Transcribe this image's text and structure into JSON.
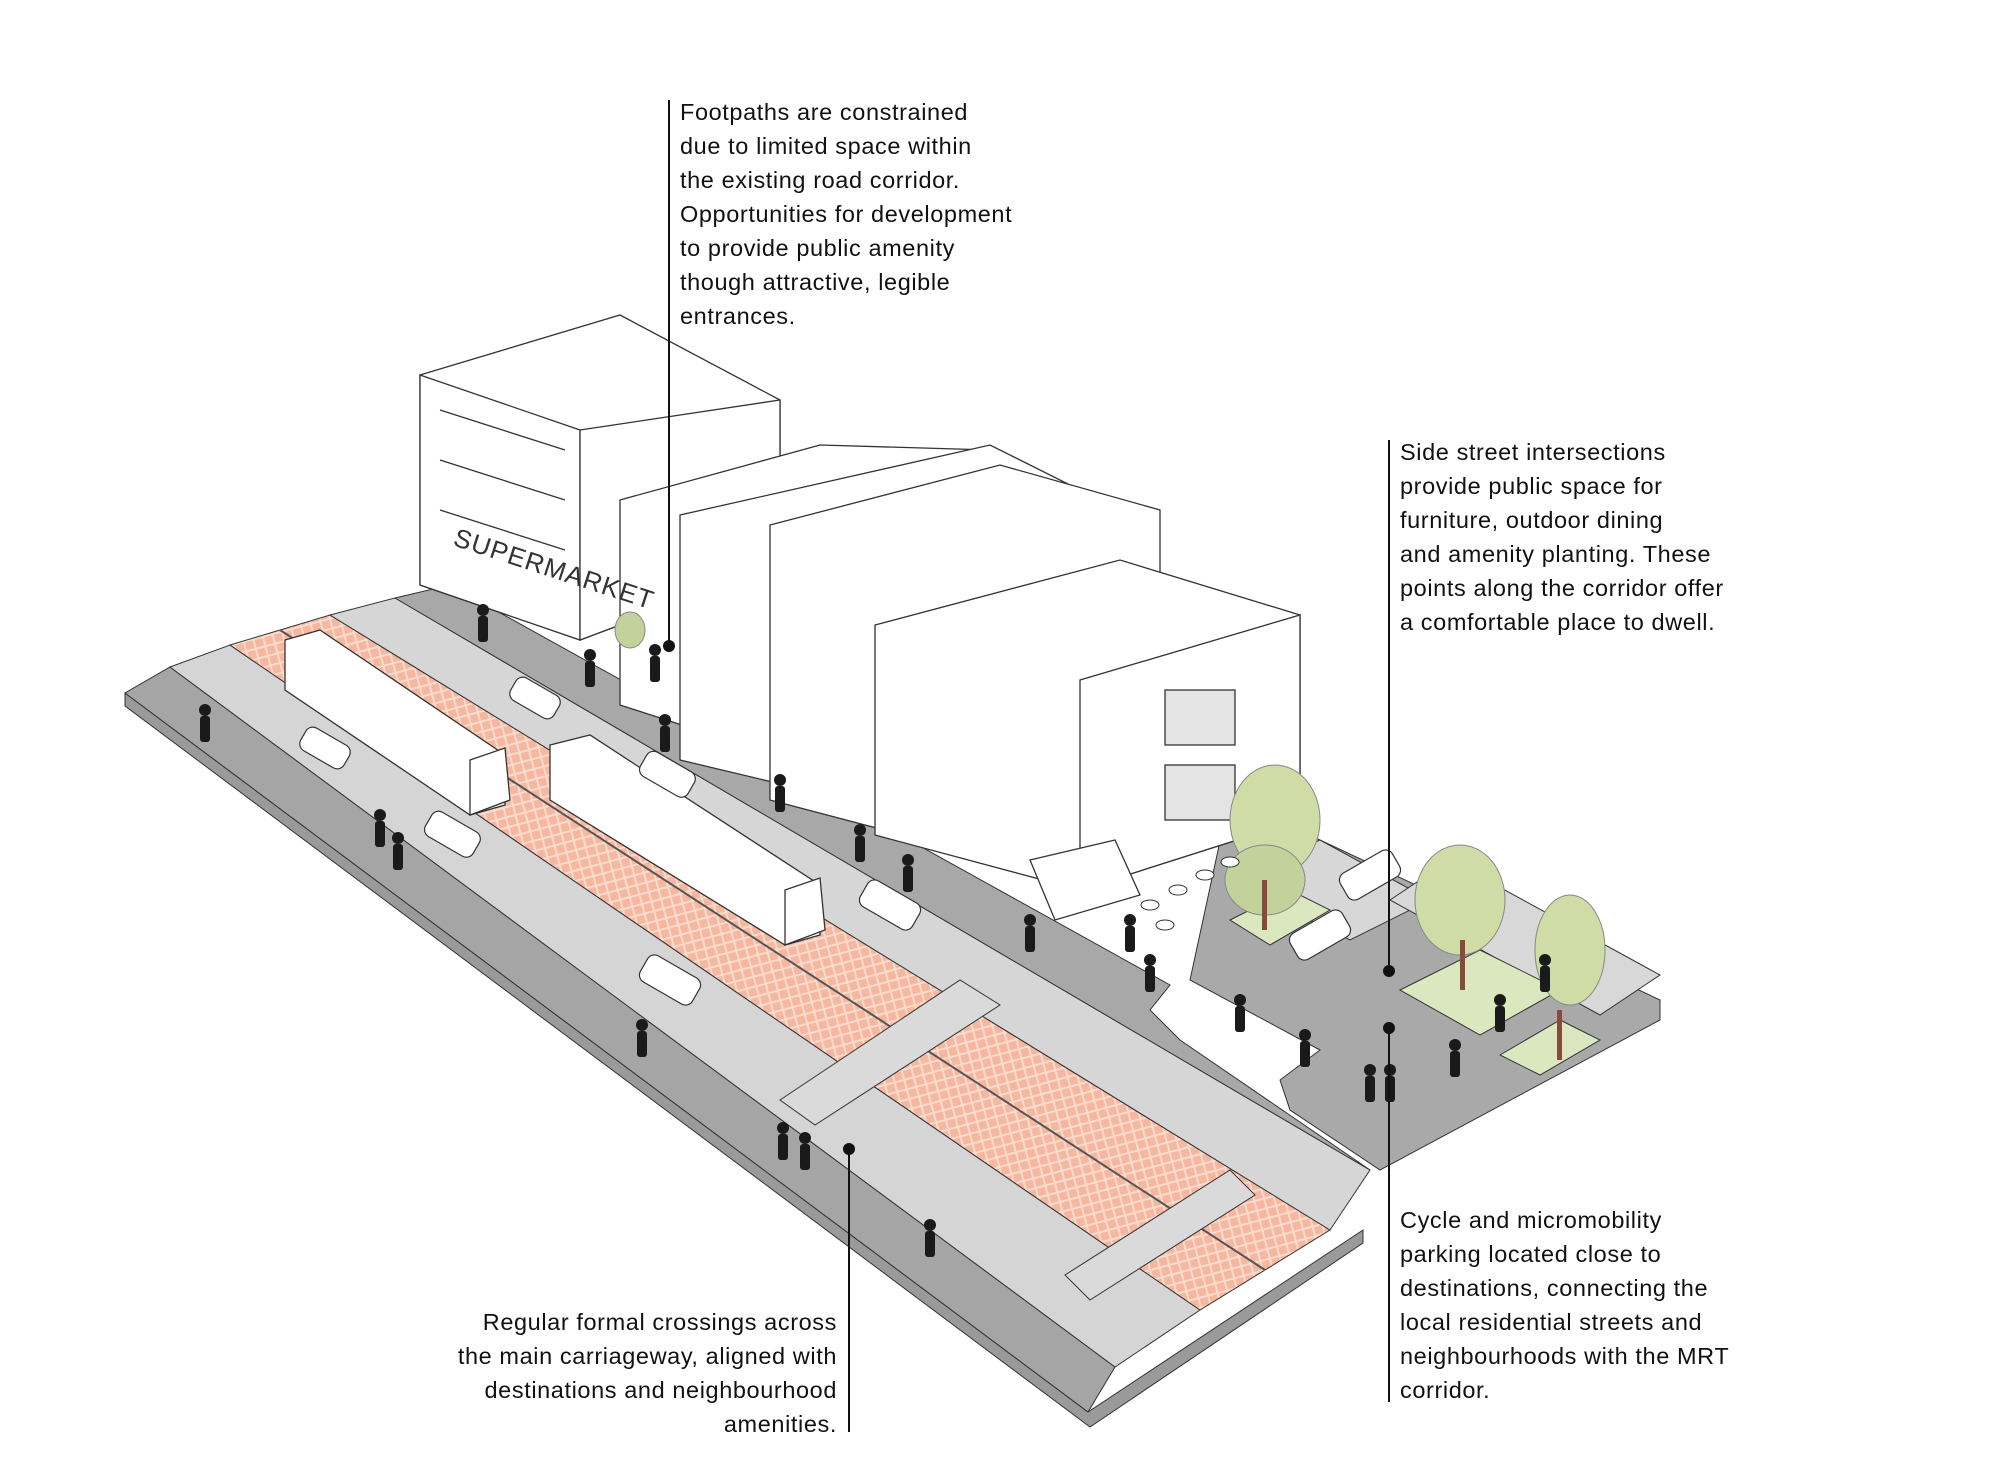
{
  "annotations": {
    "footpaths": {
      "lines": [
        "Footpaths are constrained",
        "due to limited space within",
        "the existing road corridor.",
        "Opportunities for development",
        "to provide public amenity",
        "though attractive, legible",
        "entrances."
      ]
    },
    "side_street": {
      "lines": [
        "Side street intersections",
        "provide public space for",
        "furniture, outdoor dining",
        "and amenity planting. These",
        "points along the corridor offer",
        "a comfortable place to dwell."
      ]
    },
    "crossings": {
      "lines": [
        "Regular formal crossings across",
        "the main carriageway, aligned with",
        "destinations and neighbourhood",
        "amenities."
      ]
    },
    "cycle": {
      "lines": [
        "Cycle and micromobility",
        "parking located close to",
        "destinations, connecting the",
        "local residential streets and",
        "neighbourhoods with the MRT",
        "corridor."
      ]
    }
  },
  "signage": {
    "supermarket": "SUPERMARKET"
  },
  "colors": {
    "footpath_dark": "#a3a3a3",
    "footpath_light": "#d4d4d4",
    "lane_salmon": "#f6b9a0",
    "road": "#dadada",
    "tree_green": "#cfdca6",
    "planting": "#dbe7bf",
    "building": "#ffffff",
    "line": "#222222"
  }
}
